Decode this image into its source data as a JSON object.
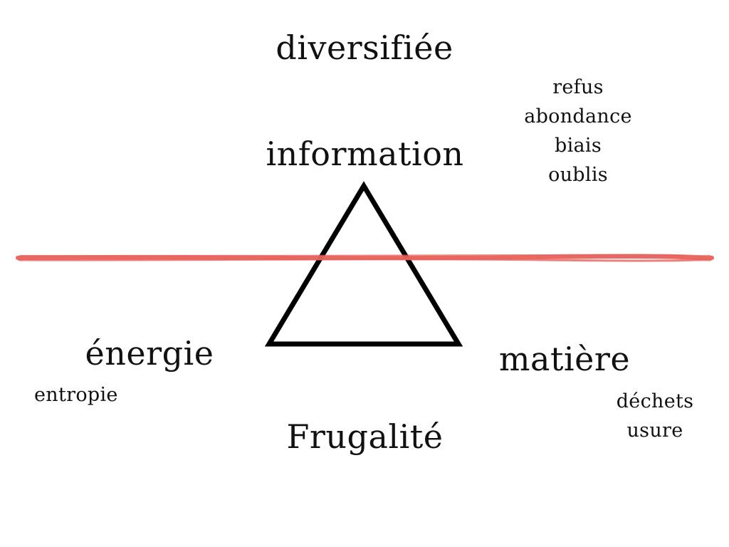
{
  "labels": {
    "top": "diversifiée",
    "apex": "information",
    "left": "énergie",
    "right": "matière",
    "bottom": "Frugalité",
    "left_note": "entropie"
  },
  "lists": {
    "top_right": [
      "refus",
      "abondance",
      "biais",
      "oublis"
    ],
    "bottom_right": [
      "déchets",
      "usure"
    ]
  },
  "colors": {
    "line": "#e8605a",
    "text": "#111111",
    "triangle": "#000000"
  }
}
